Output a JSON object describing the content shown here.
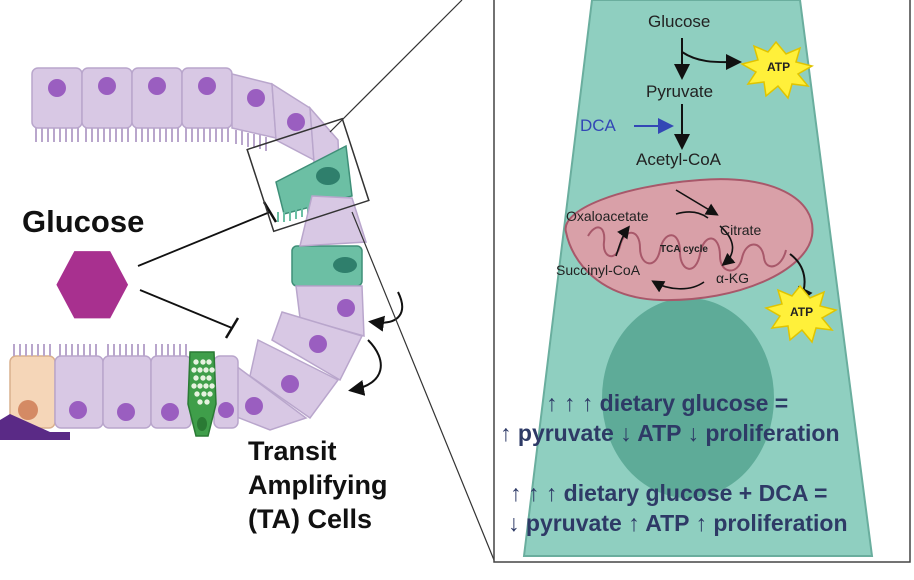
{
  "left_panel": {
    "glucose_label": "Glucose",
    "ta_label_line1": "Transit",
    "ta_label_line2": "Amplifying",
    "ta_label_line3": "(TA) Cells"
  },
  "pathway": {
    "glucose": "Glucose",
    "pyruvate": "Pyruvate",
    "dca": "DCA",
    "acetyl_coa": "Acetyl-CoA",
    "atp_top": "ATP",
    "atp_bottom": "ATP"
  },
  "mitochondrion": {
    "oxaloacetate": "Oxaloacetate",
    "citrate": "Citrate",
    "cycle_label": "TCA cycle",
    "succinyl_coa": "Succinyl-CoA",
    "a_kg": "α-KG"
  },
  "statements": {
    "line1": "↑ ↑ ↑ dietary glucose =",
    "line2": "↑ pyruvate ↓ ATP ↓ proliferation",
    "line3": "↑ ↑ ↑ dietary glucose + DCA =",
    "line4": "↓ pyruvate ↑ ATP ↑ proliferation"
  },
  "colors": {
    "epithelium": "#d8c8e4",
    "nucleus": "#9a5ec0",
    "ta_cell": "#6cbfa4",
    "zoom_cell": "#8fcfc0",
    "nucleus_zoom": "#5eab98",
    "glucose_hex": "#a8308f",
    "mito": "#d9a0a8",
    "atp_star": "#fff03a",
    "statement_text": "#2e3a66",
    "dca_text": "#3347b5"
  }
}
